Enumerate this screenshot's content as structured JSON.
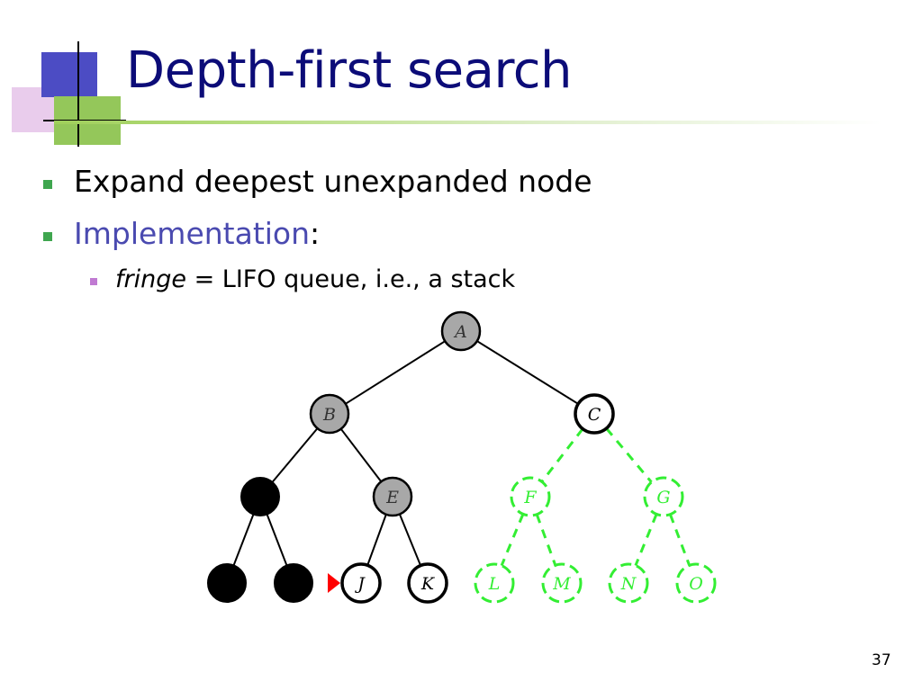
{
  "slide": {
    "title": "Depth-first search",
    "bullets": [
      {
        "text": "Expand deepest unexpanded node"
      },
      {
        "label": "Implementation",
        "suffix": ":"
      }
    ],
    "sub_bullet": {
      "term": "fringe",
      "rest": " = LIFO queue, i.e., a stack"
    },
    "page_number": "37"
  },
  "diagram": {
    "colors": {
      "expanded": "#a8a8a8",
      "frontier": "#ffffff",
      "removed": "#000000",
      "unexplored": "#33ee33",
      "current_marker": "#ff0000"
    },
    "nodes": [
      {
        "id": "A",
        "label": "A",
        "state": "expanded"
      },
      {
        "id": "B",
        "label": "B",
        "state": "expanded"
      },
      {
        "id": "C",
        "label": "C",
        "state": "frontier"
      },
      {
        "id": "D",
        "label": "",
        "state": "removed"
      },
      {
        "id": "E",
        "label": "E",
        "state": "expanded"
      },
      {
        "id": "F",
        "label": "F",
        "state": "unexplored"
      },
      {
        "id": "G",
        "label": "G",
        "state": "unexplored"
      },
      {
        "id": "H",
        "label": "",
        "state": "removed"
      },
      {
        "id": "I",
        "label": "",
        "state": "removed"
      },
      {
        "id": "J",
        "label": "J",
        "state": "frontier",
        "current": true
      },
      {
        "id": "K",
        "label": "K",
        "state": "frontier"
      },
      {
        "id": "L",
        "label": "L",
        "state": "unexplored"
      },
      {
        "id": "M",
        "label": "M",
        "state": "unexplored"
      },
      {
        "id": "N",
        "label": "N",
        "state": "unexplored"
      },
      {
        "id": "O",
        "label": "O",
        "state": "unexplored"
      }
    ],
    "edges": [
      {
        "from": "A",
        "to": "B",
        "style": "solid"
      },
      {
        "from": "A",
        "to": "C",
        "style": "solid"
      },
      {
        "from": "B",
        "to": "D",
        "style": "solid"
      },
      {
        "from": "B",
        "to": "E",
        "style": "solid"
      },
      {
        "from": "D",
        "to": "H",
        "style": "solid"
      },
      {
        "from": "D",
        "to": "I",
        "style": "solid"
      },
      {
        "from": "E",
        "to": "J",
        "style": "solid"
      },
      {
        "from": "E",
        "to": "K",
        "style": "solid"
      },
      {
        "from": "C",
        "to": "F",
        "style": "dashed"
      },
      {
        "from": "C",
        "to": "G",
        "style": "dashed"
      },
      {
        "from": "F",
        "to": "L",
        "style": "dashed"
      },
      {
        "from": "F",
        "to": "M",
        "style": "dashed"
      },
      {
        "from": "G",
        "to": "N",
        "style": "dashed"
      },
      {
        "from": "G",
        "to": "O",
        "style": "dashed"
      }
    ]
  }
}
